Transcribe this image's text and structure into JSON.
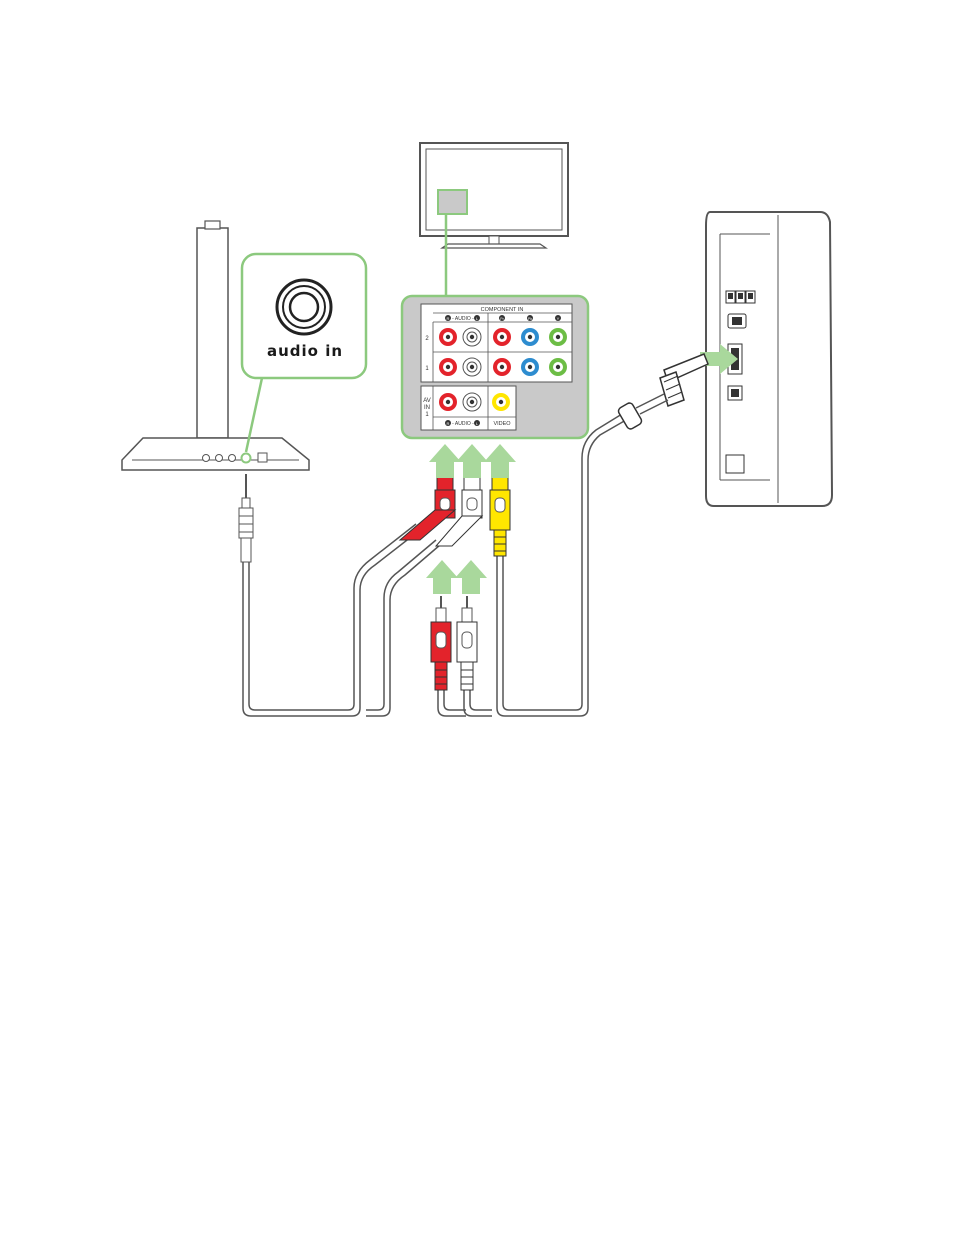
{
  "callout_speaker": {
    "label": "audio in"
  },
  "tv_panel": {
    "component_header": "COMPONENT IN",
    "audio_header_r": "R",
    "audio_header_word": "- AUDIO -",
    "audio_header_l": "L",
    "pr_label": "Pr",
    "pb_label": "Pb",
    "y_label": "Y",
    "row2_label": "2",
    "row1_label": "1",
    "av_in_line1": "AV",
    "av_in_line2": "IN",
    "av_in_line3": "1",
    "av_audio_r": "R",
    "av_audio_word": "- AUDIO -",
    "av_audio_l": "L",
    "video_label": "VIDEO"
  },
  "colors": {
    "accent_green": "#8cc97e",
    "arrow_green": "#a9d89c",
    "cable_red": "#e3232b",
    "cable_yellow": "#ffe600",
    "port_blue": "#2d8ccf",
    "port_green": "#6cbd45",
    "panel_gray": "#c9c9c9",
    "line": "#555555"
  },
  "icons": [
    "audio-in-jack-icon",
    "rca-plug-icon",
    "hdmi-plug-icon",
    "arrow-up-icon"
  ]
}
